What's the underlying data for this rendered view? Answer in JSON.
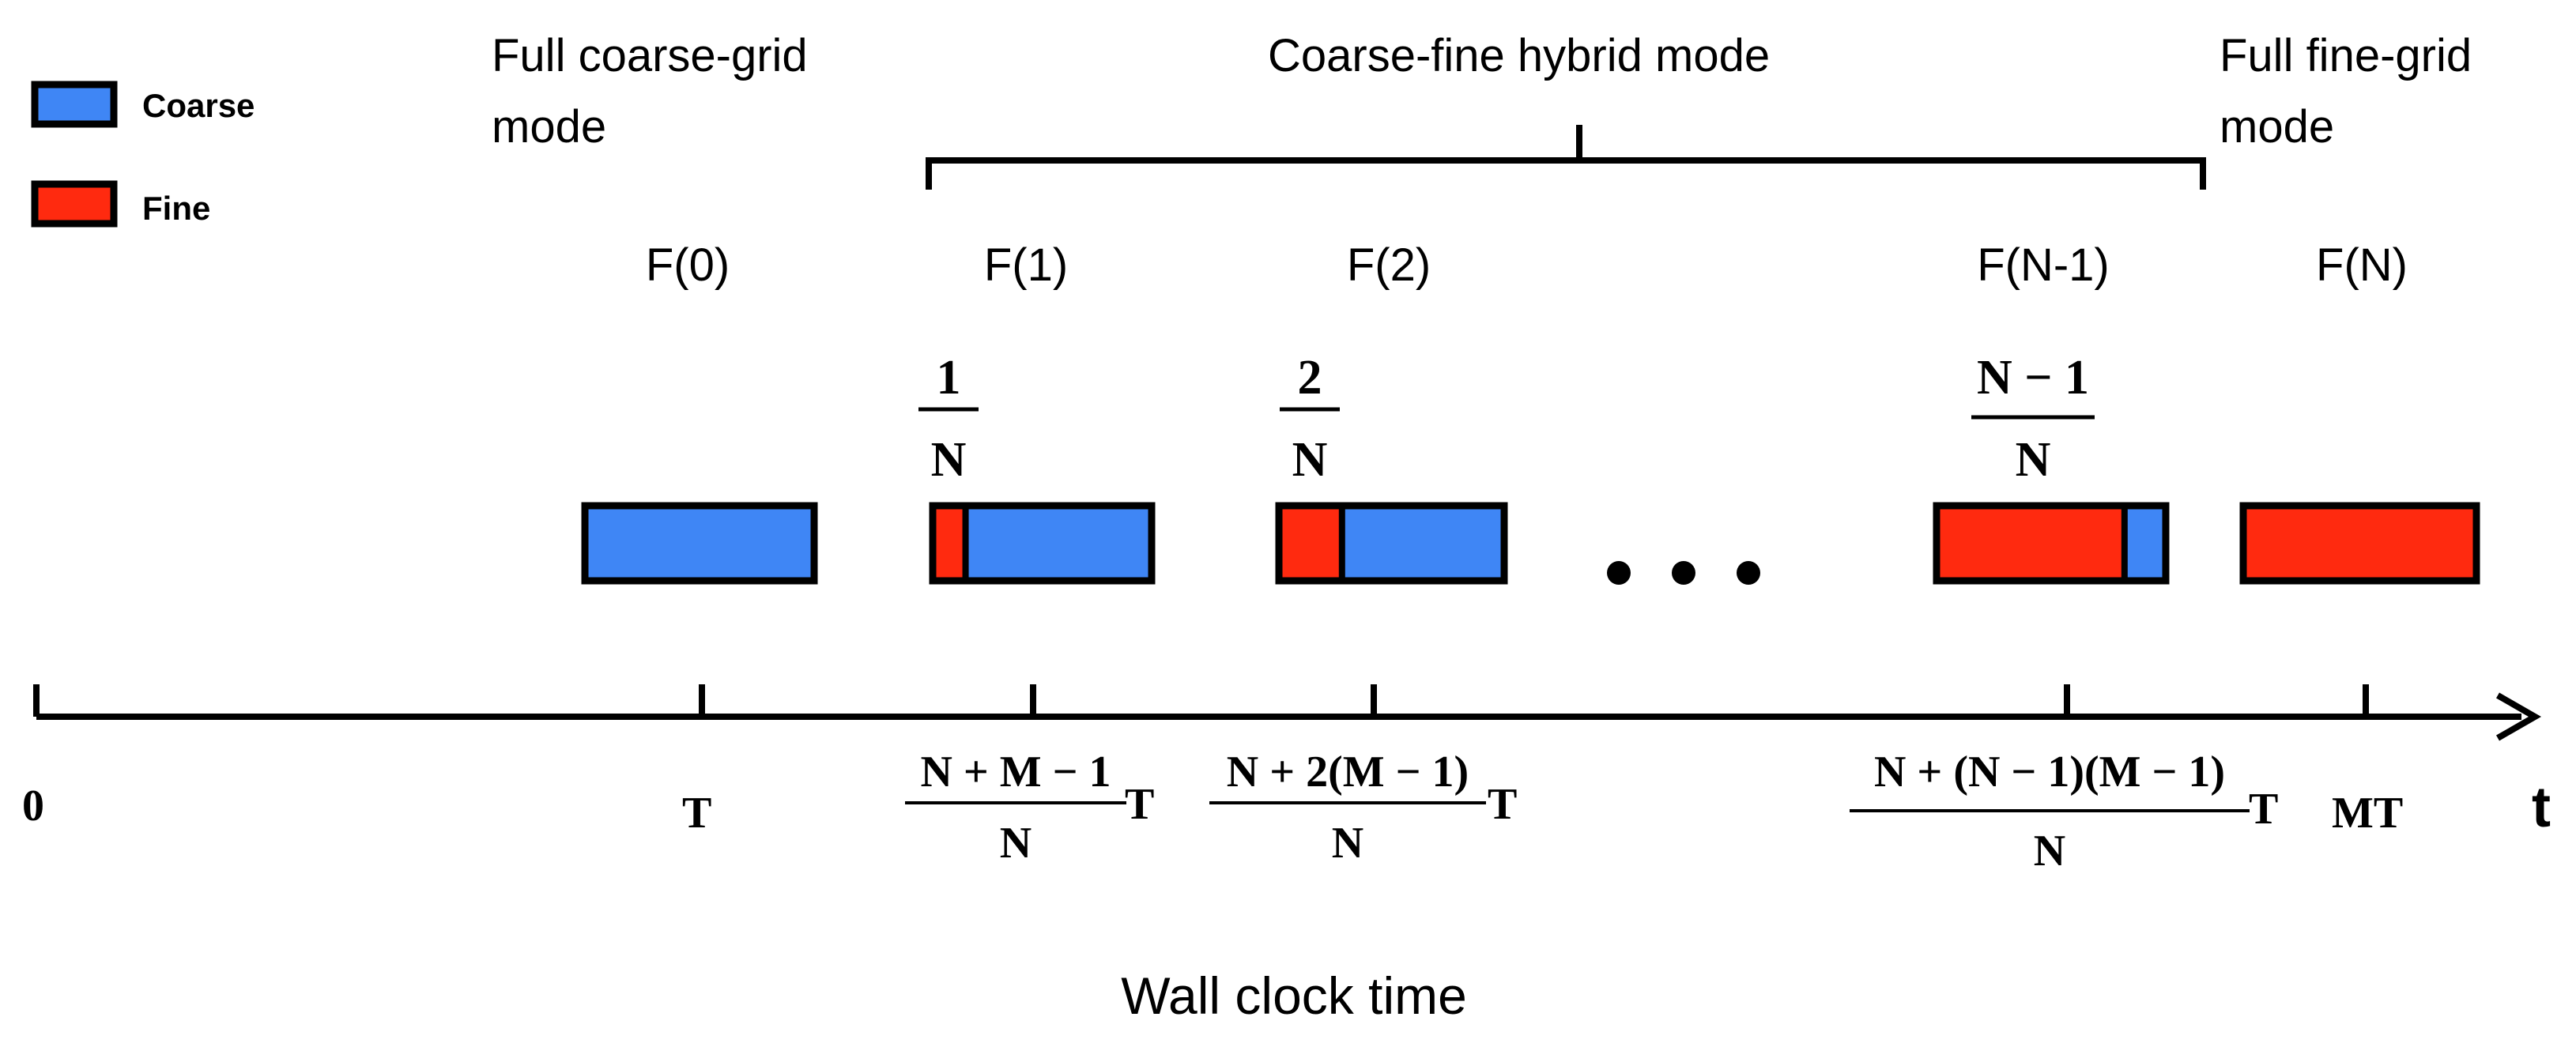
{
  "legend": {
    "items": [
      {
        "label": "Coarse",
        "color": "#3f86f5"
      },
      {
        "label": "Fine",
        "color": "#ff2a0f"
      }
    ]
  },
  "modes": {
    "coarse": [
      "Full coarse-grid",
      "mode"
    ],
    "hybrid": "Coarse-fine hybrid mode",
    "fine": [
      "Full fine-grid",
      "mode"
    ]
  },
  "stages": [
    {
      "label": "F(0)",
      "fine_fraction": 0
    },
    {
      "label": "F(1)",
      "fraction_num": "1",
      "fraction_den": "N",
      "fine_fraction": 0.15
    },
    {
      "label": "F(2)",
      "fraction_num": "2",
      "fraction_den": "N",
      "fine_fraction": 0.28
    },
    {
      "label": "F(N-1)",
      "fraction_num": "N − 1",
      "fraction_den": "N",
      "fine_fraction": 0.82
    },
    {
      "label": "F(N)",
      "fine_fraction": 1
    }
  ],
  "ellipsis": "…",
  "axis": {
    "origin": "0",
    "ticks": [
      {
        "type": "plain",
        "text": "T"
      },
      {
        "type": "frac",
        "num": "N + M − 1",
        "den": "N",
        "suffix": "T"
      },
      {
        "type": "frac",
        "num": "N + 2(M − 1)",
        "den": "N",
        "suffix": "T"
      },
      {
        "type": "frac",
        "num": "N + (N − 1)(M − 1)",
        "den": "N",
        "suffix": "T"
      },
      {
        "type": "plain",
        "text": "MT"
      }
    ],
    "end_label": "t",
    "title": "Wall clock time"
  }
}
